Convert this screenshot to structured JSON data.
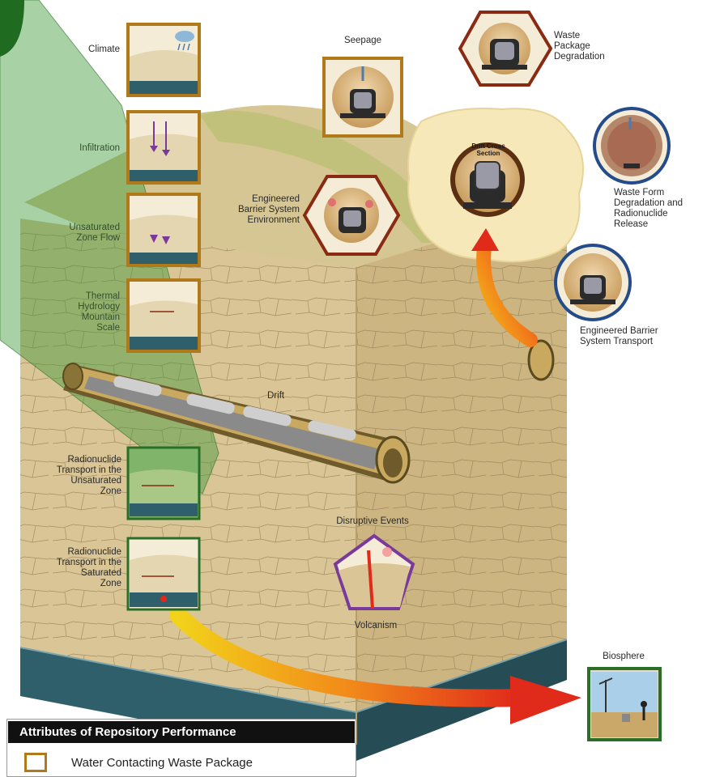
{
  "labels": {
    "climate": "Climate",
    "infiltration": "Infiltration",
    "unsaturated_zone_flow": "Unsaturated\nZone Flow",
    "thermal_hydrology": "Thermal\nHydrology\nMountain\nScale",
    "seepage": "Seepage",
    "waste_package_degradation": "Waste\nPackage\nDegradation",
    "drift_cross_section": "Drift Cross\nSection",
    "ebs_environment": "Engineered\nBarrier System\nEnvironment",
    "waste_form": "Waste Form\nDegradation and\nRadionuclide\nRelease",
    "ebs_transport": "Engineered Barrier\nSystem Transport",
    "drift": "Drift",
    "rt_unsaturated": "Radionuclide\nTransport in the\nUnsaturated\nZone",
    "rt_saturated": "Radionuclide\nTransport in the\nSaturated\nZone",
    "disruptive_events": "Disruptive Events",
    "volcanism": "Volcanism",
    "biosphere": "Biosphere"
  },
  "legend": {
    "title": "Attributes of Repository Performance",
    "item": "Water Contacting Waste Package"
  },
  "colors": {
    "rock": "#e0cfa4",
    "rock_front": "#d9c595",
    "rock_side": "#cdb582",
    "water_table": "#2f5f6a",
    "green_overlay": "#3f9a3a",
    "box_orange": "#b07a1a",
    "hex_red": "#8a2a12",
    "circle_blue": "#244b8a",
    "pentagon_purple": "#7a3a9a",
    "arrow_red": "#e02a1a",
    "arrow_yellow": "#f2c21a"
  }
}
